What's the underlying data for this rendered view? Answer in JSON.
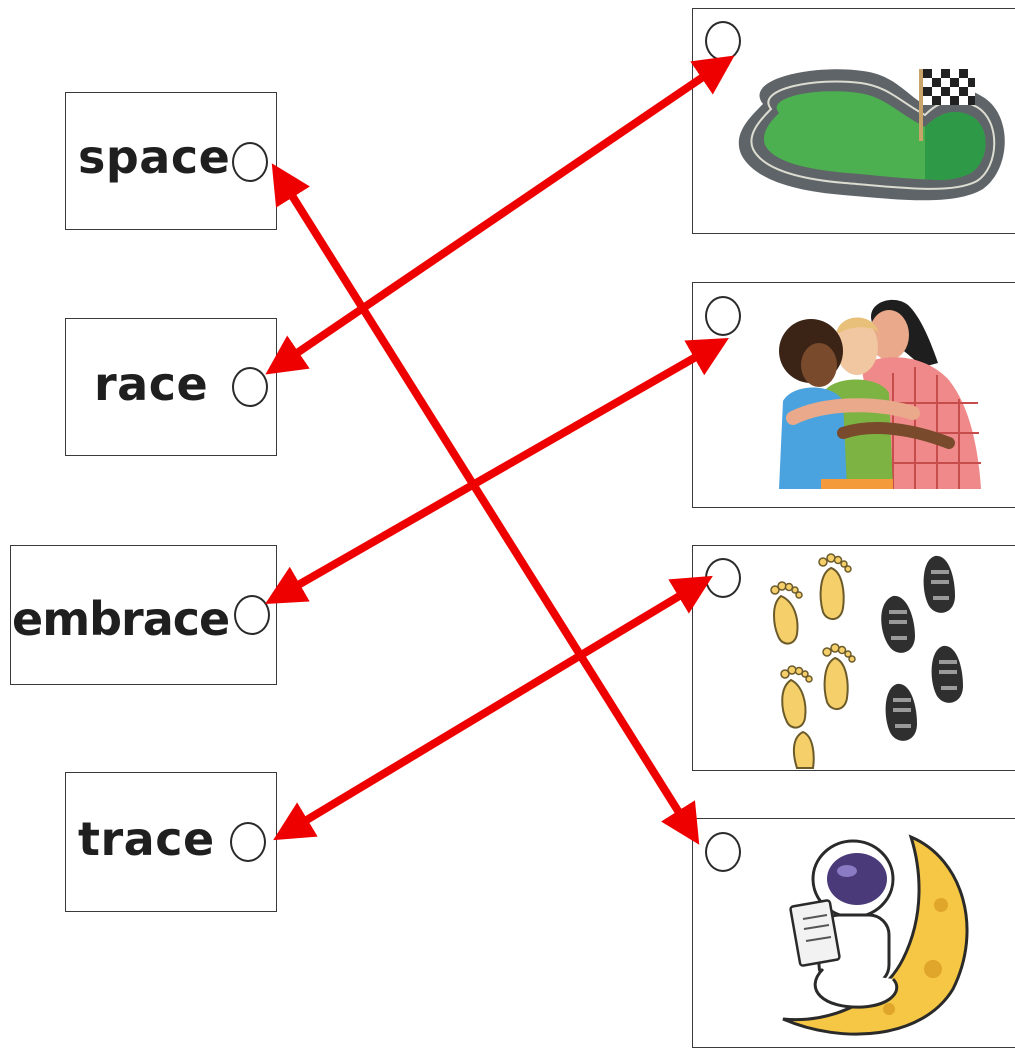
{
  "words": [
    {
      "id": "space",
      "label": "space"
    },
    {
      "id": "race",
      "label": "race"
    },
    {
      "id": "embrace",
      "label": "embrace"
    },
    {
      "id": "trace",
      "label": "trace"
    }
  ],
  "pictures": [
    {
      "id": "race-track",
      "icon": "race-track-icon"
    },
    {
      "id": "hug",
      "icon": "hugging-people-icon"
    },
    {
      "id": "footprints",
      "icon": "footprints-icon"
    },
    {
      "id": "astronaut",
      "icon": "astronaut-moon-icon"
    }
  ],
  "matches": [
    {
      "word": "space",
      "picture": "astronaut"
    },
    {
      "word": "race",
      "picture": "race-track"
    },
    {
      "word": "embrace",
      "picture": "hug"
    },
    {
      "word": "trace",
      "picture": "footprints"
    }
  ],
  "colors": {
    "arrow": "#ee0000",
    "border": "#3a3a3a",
    "text": "#1f1f1f"
  }
}
